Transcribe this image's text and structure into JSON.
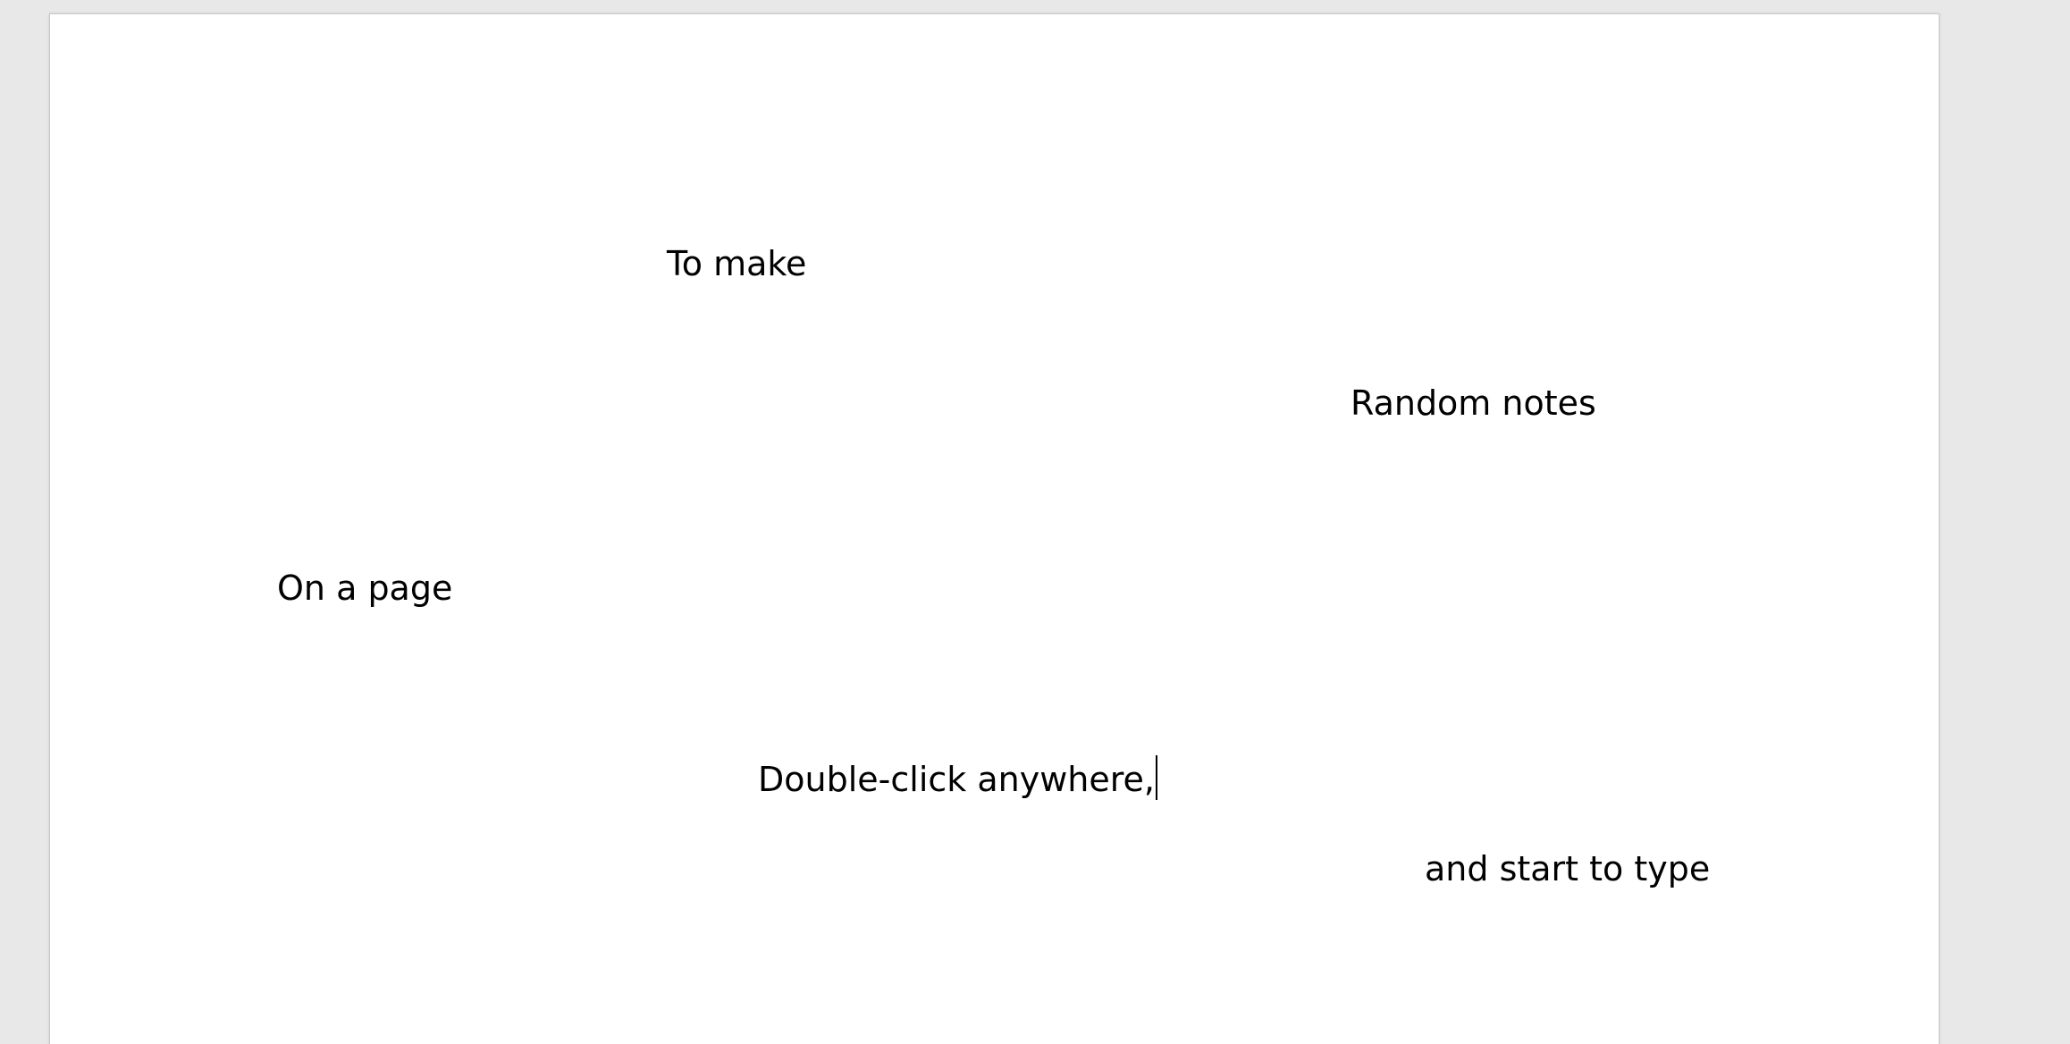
{
  "document": {
    "lines": [
      {
        "text": "To make"
      },
      {
        "text": "Random notes"
      },
      {
        "text": "On a page"
      },
      {
        "text": "Double-click anywhere,"
      },
      {
        "text": "and start to type"
      }
    ]
  }
}
